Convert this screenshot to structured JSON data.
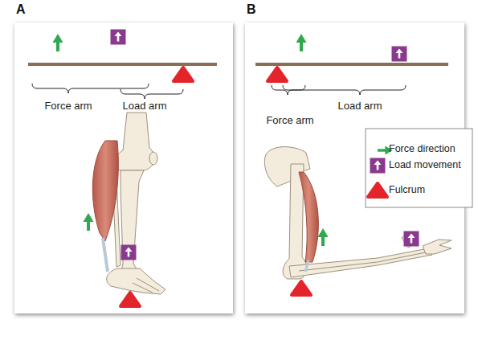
{
  "diagram": {
    "nodes": [
      {
        "text": [
          "A"
        ]
      },
      {
        "text": [
          "B"
        ]
      }
    ],
    "labels": [
      "Force arm",
      "Load arm",
      "Force arm",
      "Load arm"
    ],
    "legend": [
      {
        "text": "Force direction"
      },
      {
        "text": "Load movement"
      },
      {
        "text": "Fulcrum"
      }
    ]
  }
}
